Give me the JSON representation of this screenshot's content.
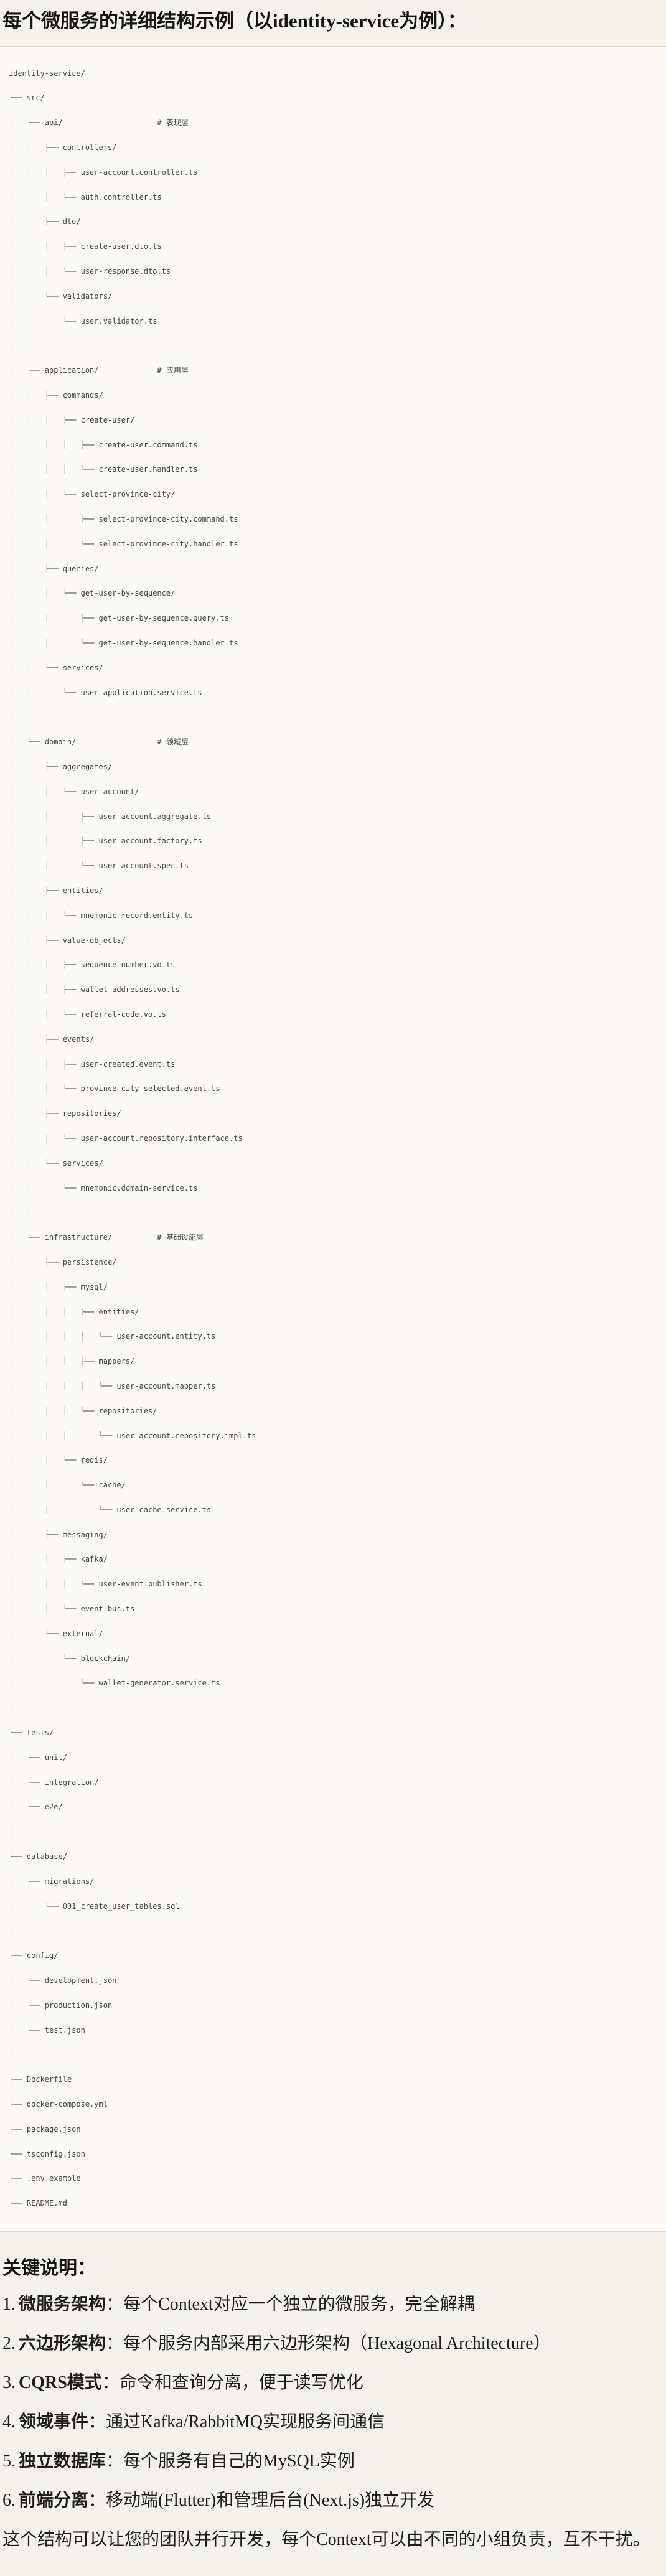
{
  "page": {
    "title": "每个微服务的详细结构示例（以identity-service为例）：",
    "colors": {
      "page_bg": "#F4F2EC",
      "code_bg": "#FBFAF6",
      "code_border": "#DBD9D1",
      "code_text": "#434240",
      "body_text": "#1C1B17"
    }
  },
  "tree": {
    "lines": [
      "identity-service/",
      "├── src/",
      "│   ├── api/                     # 表现层",
      "│   │   ├── controllers/",
      "│   │   │   ├── user-account.controller.ts",
      "│   │   │   └── auth.controller.ts",
      "│   │   ├── dto/",
      "│   │   │   ├── create-user.dto.ts",
      "│   │   │   └── user-response.dto.ts",
      "│   │   └── validators/",
      "│   │       └── user.validator.ts",
      "│   │",
      "│   ├── application/             # 应用层",
      "│   │   ├── commands/",
      "│   │   │   ├── create-user/",
      "│   │   │   │   ├── create-user.command.ts",
      "│   │   │   │   └── create-user.handler.ts",
      "│   │   │   └── select-province-city/",
      "│   │   │       ├── select-province-city.command.ts",
      "│   │   │       └── select-province-city.handler.ts",
      "│   │   ├── queries/",
      "│   │   │   └── get-user-by-sequence/",
      "│   │   │       ├── get-user-by-sequence.query.ts",
      "│   │   │       └── get-user-by-sequence.handler.ts",
      "│   │   └── services/",
      "│   │       └── user-application.service.ts",
      "│   │",
      "│   ├── domain/                  # 领域层",
      "│   │   ├── aggregates/",
      "│   │   │   └── user-account/",
      "│   │   │       ├── user-account.aggregate.ts",
      "│   │   │       ├── user-account.factory.ts",
      "│   │   │       └── user-account.spec.ts",
      "│   │   ├── entities/",
      "│   │   │   └── mnemonic-record.entity.ts",
      "│   │   ├── value-objects/",
      "│   │   │   ├── sequence-number.vo.ts",
      "│   │   │   ├── wallet-addresses.vo.ts",
      "│   │   │   └── referral-code.vo.ts",
      "│   │   ├── events/",
      "│   │   │   ├── user-created.event.ts",
      "│   │   │   └── province-city-selected.event.ts",
      "│   │   ├── repositories/",
      "│   │   │   └── user-account.repository.interface.ts",
      "│   │   └── services/",
      "│   │       └── mnemonic.domain-service.ts",
      "│   │",
      "│   └── infrastructure/          # 基础设施层",
      "│       ├── persistence/",
      "│       │   ├── mysql/",
      "│       │   │   ├── entities/",
      "│       │   │   │   └── user-account.entity.ts",
      "│       │   │   ├── mappers/",
      "│       │   │   │   └── user-account.mapper.ts",
      "│       │   │   └── repositories/",
      "│       │   │       └── user-account.repository.impl.ts",
      "│       │   └── redis/",
      "│       │       └── cache/",
      "│       │           └── user-cache.service.ts",
      "│       ├── messaging/",
      "│       │   ├── kafka/",
      "│       │   │   └── user-event.publisher.ts",
      "│       │   └── event-bus.ts",
      "│       └── external/",
      "│           └── blockchain/",
      "│               └── wallet-generator.service.ts",
      "│",
      "├── tests/",
      "│   ├── unit/",
      "│   ├── integration/",
      "│   └── e2e/",
      "│",
      "├── database/",
      "│   └── migrations/",
      "│       └── 001_create_user_tables.sql",
      "│",
      "├── config/",
      "│   ├── development.json",
      "│   ├── production.json",
      "│   └── test.json",
      "│",
      "├── Dockerfile",
      "├── docker-compose.yml",
      "├── package.json",
      "├── tsconfig.json",
      "├── .env.example",
      "└── README.md"
    ]
  },
  "notes": {
    "heading": "关键说明：",
    "items": [
      {
        "num": "1.",
        "label": "微服务架构",
        "sep": "：",
        "text": "每个Context对应一个独立的微服务，完全解耦"
      },
      {
        "num": "2.",
        "label": "六边形架构",
        "sep": "：",
        "text": "每个服务内部采用六边形架构（Hexagonal Architecture）"
      },
      {
        "num": "3.",
        "label": "CQRS模式",
        "sep": "：",
        "text": "命令和查询分离，便于读写优化"
      },
      {
        "num": "4.",
        "label": "领域事件",
        "sep": "：",
        "text": "通过Kafka/RabbitMQ实现服务间通信"
      },
      {
        "num": "5.",
        "label": "独立数据库",
        "sep": "：",
        "text": "每个服务有自己的MySQL实例"
      },
      {
        "num": "6.",
        "label": "前端分离",
        "sep": "：",
        "text": "移动端(Flutter)和管理后台(Next.js)独立开发"
      }
    ],
    "closing": "这个结构可以让您的团队并行开发，每个Context可以由不同的小组负责，互不干扰。"
  }
}
